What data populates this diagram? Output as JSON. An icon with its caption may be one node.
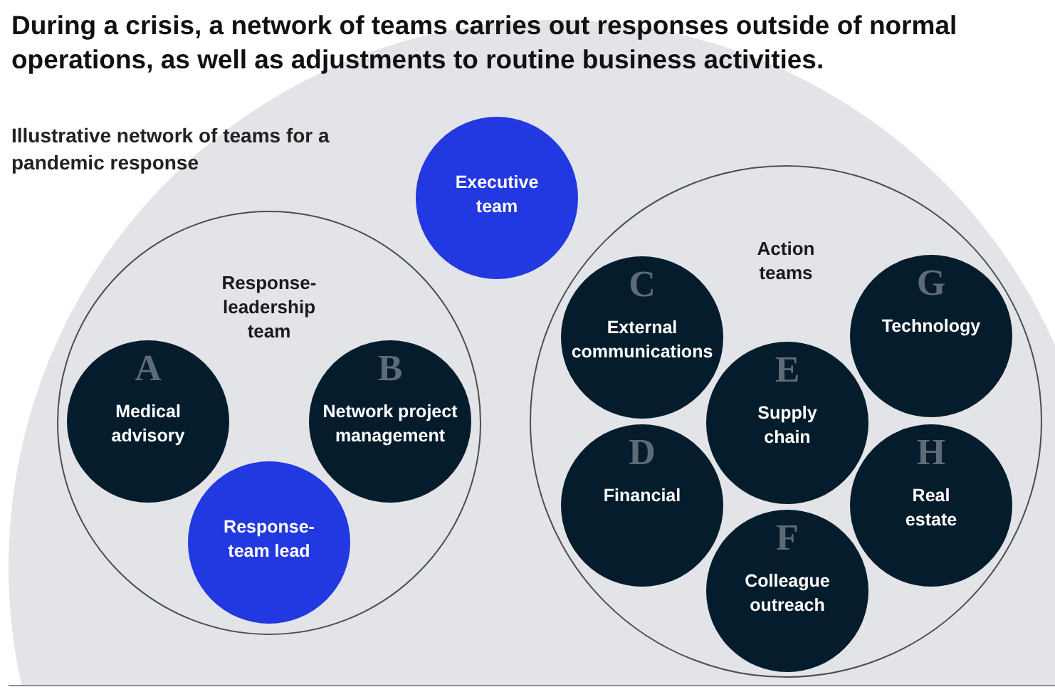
{
  "diagram": {
    "title": "During a crisis, a network of teams carries out responses outside of normal operations, as well as adjustments to routine business activities.",
    "nodes": [
      {
        "text": [],
        "shape": "circle"
      },
      {
        "text": [
          "Executive team"
        ],
        "in": 0
      },
      {
        "text": [
          "Response-leadership team"
        ],
        "in": 0
      },
      {
        "text": [
          "A",
          "Medical advisory"
        ],
        "in": 2
      },
      {
        "text": [
          "B",
          "Network project management"
        ],
        "in": 2
      },
      {
        "text": [
          "Response-team lead"
        ],
        "in": 2
      },
      {
        "text": [
          "Action teams"
        ],
        "in": 0
      },
      {
        "text": [
          "C",
          "External communications"
        ],
        "in": 6
      },
      {
        "text": [
          "G",
          "Technology"
        ],
        "in": 6
      },
      {
        "text": [
          "E",
          "Supply chain"
        ],
        "in": 6
      },
      {
        "text": [
          "D",
          "Financial"
        ],
        "in": 6
      },
      {
        "text": [
          "H",
          "Real estate"
        ],
        "in": 6
      },
      {
        "text": [
          "F",
          "Colleague outreach"
        ],
        "in": 6
      }
    ],
    "labels": [
      "Illustrative network of teams for a pandemic response"
    ]
  }
}
